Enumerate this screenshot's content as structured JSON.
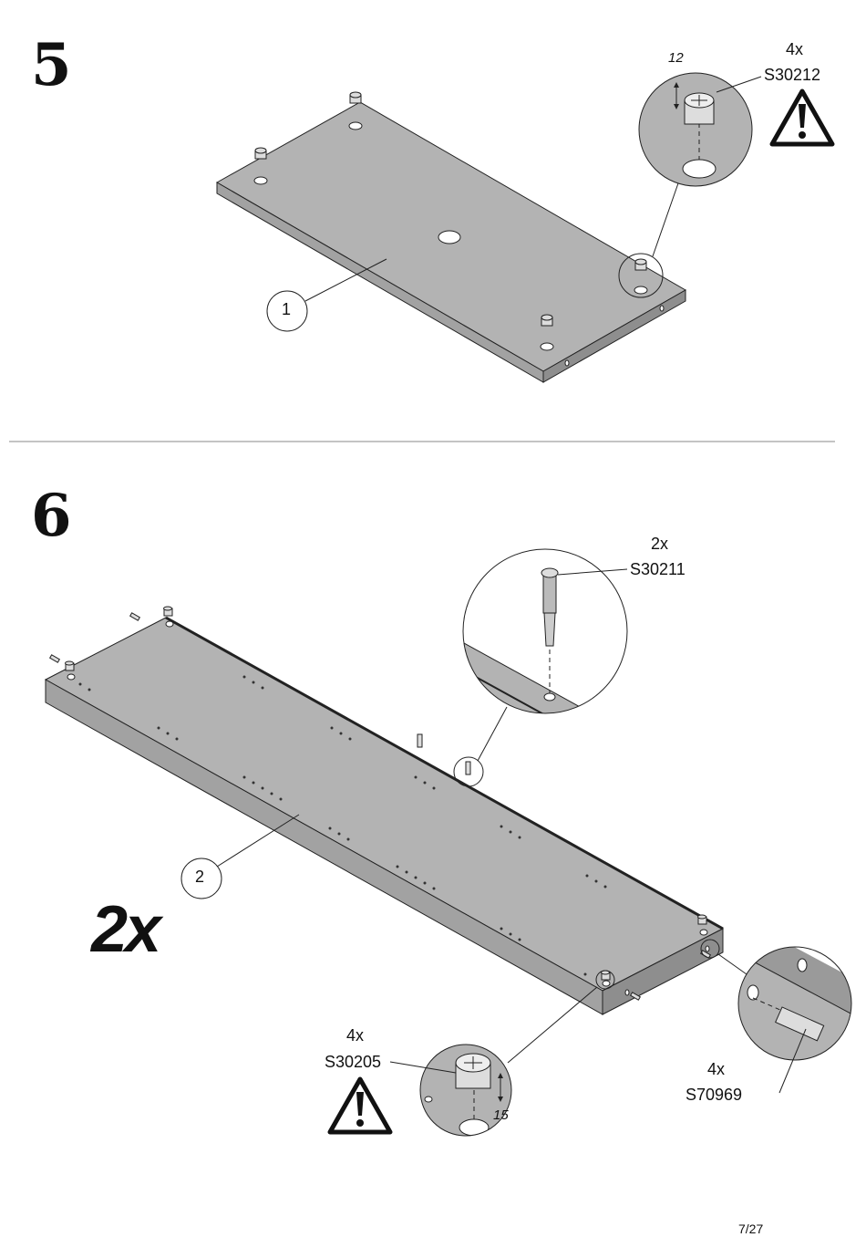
{
  "steps": [
    {
      "number": "5",
      "part_callout": "1",
      "detail": {
        "quantity": "4x",
        "code": "S30212",
        "dimension": "12"
      }
    },
    {
      "number": "6",
      "part_callout": "2",
      "multiplier": "2x",
      "dowel_detail": {
        "quantity": "2x",
        "code": "S30211"
      },
      "cam_detail": {
        "quantity": "4x",
        "code": "S30205",
        "dimension": "15"
      },
      "pin_detail": {
        "quantity": "4x",
        "code": "S70969"
      }
    }
  ],
  "page": "7/27"
}
